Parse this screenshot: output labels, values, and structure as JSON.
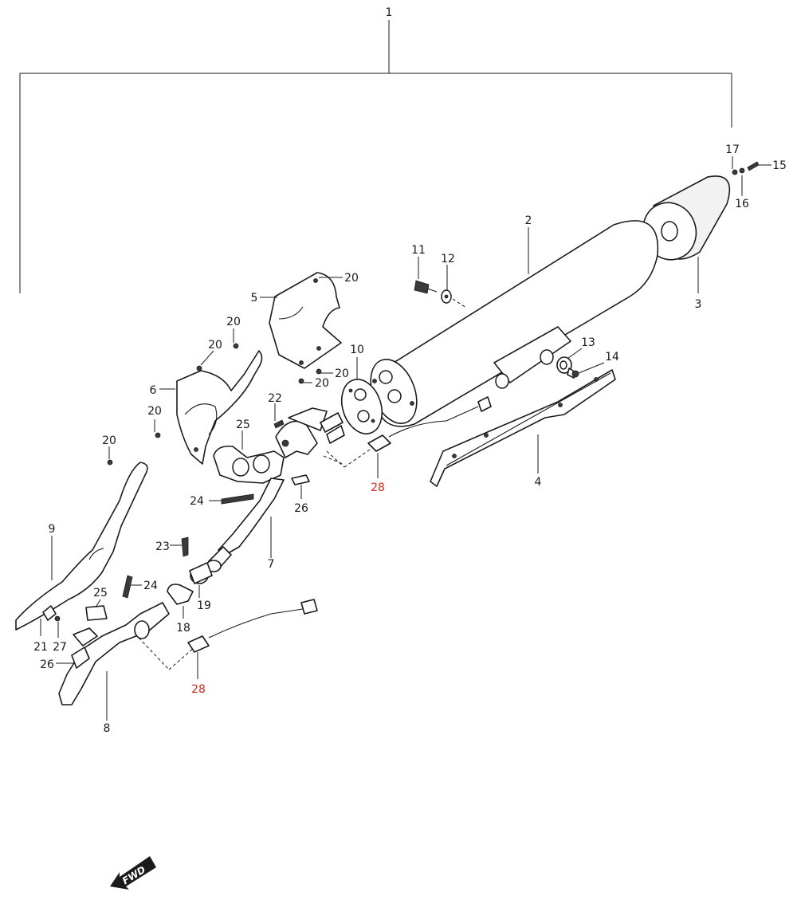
{
  "callouts": [
    {
      "id": "1",
      "text": "1",
      "color": "#1a1a1a"
    },
    {
      "id": "2",
      "text": "2",
      "color": "#1a1a1a"
    },
    {
      "id": "3",
      "text": "3",
      "color": "#1a1a1a"
    },
    {
      "id": "4",
      "text": "4",
      "color": "#1a1a1a"
    },
    {
      "id": "5",
      "text": "5",
      "color": "#1a1a1a"
    },
    {
      "id": "6",
      "text": "6",
      "color": "#1a1a1a"
    },
    {
      "id": "7",
      "text": "7",
      "color": "#1a1a1a"
    },
    {
      "id": "8",
      "text": "8",
      "color": "#1a1a1a"
    },
    {
      "id": "9",
      "text": "9",
      "color": "#1a1a1a"
    },
    {
      "id": "10",
      "text": "10",
      "color": "#1a1a1a"
    },
    {
      "id": "11",
      "text": "11",
      "color": "#1a1a1a"
    },
    {
      "id": "12",
      "text": "12",
      "color": "#1a1a1a"
    },
    {
      "id": "13",
      "text": "13",
      "color": "#1a1a1a"
    },
    {
      "id": "14",
      "text": "14",
      "color": "#1a1a1a"
    },
    {
      "id": "15",
      "text": "15",
      "color": "#1a1a1a"
    },
    {
      "id": "16",
      "text": "16",
      "color": "#1a1a1a"
    },
    {
      "id": "17",
      "text": "17",
      "color": "#1a1a1a"
    },
    {
      "id": "18",
      "text": "18",
      "color": "#1a1a1a"
    },
    {
      "id": "19",
      "text": "19",
      "color": "#1a1a1a"
    },
    {
      "id": "20",
      "text": "20",
      "color": "#1a1a1a"
    },
    {
      "id": "21",
      "text": "21",
      "color": "#1a1a1a"
    },
    {
      "id": "22",
      "text": "22",
      "color": "#1a1a1a"
    },
    {
      "id": "23",
      "text": "23",
      "color": "#1a1a1a"
    },
    {
      "id": "24",
      "text": "24",
      "color": "#1a1a1a"
    },
    {
      "id": "25",
      "text": "25",
      "color": "#1a1a1a"
    },
    {
      "id": "26",
      "text": "26",
      "color": "#1a1a1a"
    },
    {
      "id": "27",
      "text": "27",
      "color": "#1a1a1a"
    },
    {
      "id": "28",
      "text": "28",
      "color": "#d8281d"
    }
  ],
  "fwd_label": "FWD"
}
